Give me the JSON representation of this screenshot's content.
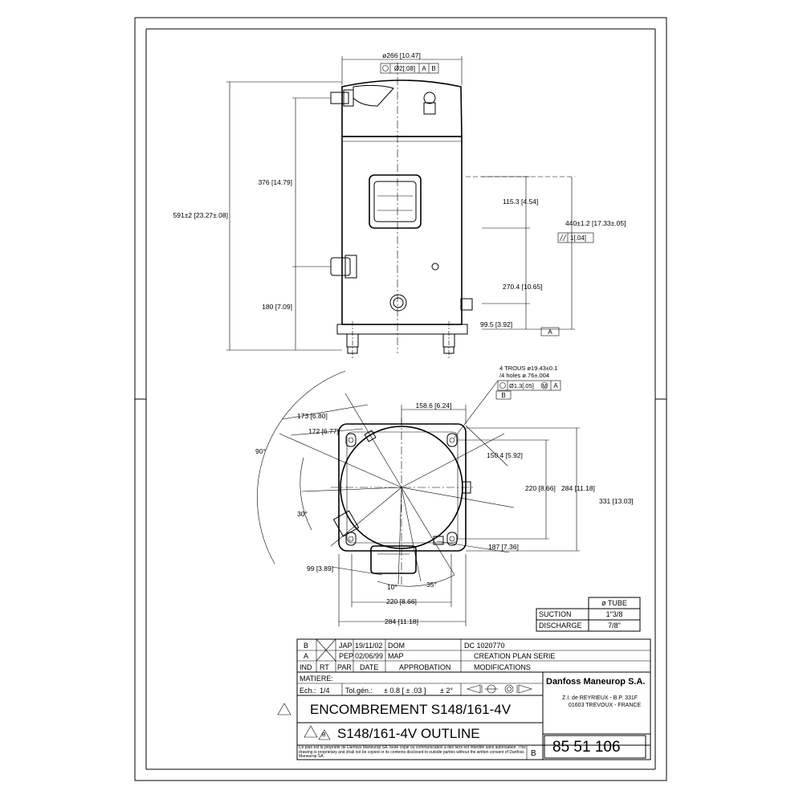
{
  "dimensions": {
    "top_diameter": "ø266 [10.47]",
    "top_tolerance": "Ø2[.08]",
    "top_datum_a": "A",
    "top_datum_b": "B",
    "height_total": "591±2 [23.27±.08]",
    "height_376": "376 [14.79]",
    "height_180": "180 [7.09]",
    "height_115": "115.3 [4.54]",
    "height_270": "270.4 [10.65]",
    "height_99": "99.5 [3.92]",
    "height_440": "440±1.2 [17.33±.05]",
    "parallel_tol": "1[.04]",
    "datum_a": "A",
    "holes_fr": "4 TROUS ø19.43±0.1",
    "holes_en": "/4 holes ø.76±.004",
    "holes_tol": "Ø1.3[.05]",
    "holes_tol_m": "M",
    "holes_datum": "A",
    "datum_b": "B",
    "dim_158": "158.6 [6.24]",
    "dim_173": "173 [6.80]",
    "dim_172": "172 [6.77]",
    "angle_90": "90°",
    "angle_30": "30°",
    "dim_150": "150.4 [5.92]",
    "dim_220v": "220 [8.66]",
    "dim_284v": "284 [11.18]",
    "dim_331": "331 [13.03]",
    "dim_187": "187 [7.36]",
    "dim_99": "99 [3.89]",
    "angle_10": "10°",
    "angle_35": "35°",
    "dim_220h": "220 [8.66]",
    "dim_284h": "284 [11.18]"
  },
  "tube_table": {
    "header": "ø TUBE",
    "rows": [
      {
        "label": "SUCTION",
        "value": "1\"3/8"
      },
      {
        "label": "DISCHARGE",
        "value": "7/8\""
      }
    ]
  },
  "revisions": [
    {
      "ind": "B",
      "rt": "",
      "par": "JAP",
      "date": "19/11/02",
      "approbation": "DOM",
      "modification": "DC 1020770"
    },
    {
      "ind": "A",
      "rt": "",
      "par": "PEP",
      "date": "02/06/99",
      "approbation": "MAP",
      "modification": "CREATION PLAN SERIE"
    }
  ],
  "revision_headers": {
    "ind": "IND",
    "rt": "RT",
    "par": "PAR",
    "date": "DATE",
    "approbation": "APPROBATION",
    "modifications": "MODIFICATIONS"
  },
  "title_block": {
    "matiere_label": "MATIERE:",
    "scale_label": "Ech.:",
    "scale_value": "1/4",
    "tol_label": "Tol.gén.:",
    "tol_value": "± 0.8 [ ± .03 ]",
    "tol_angle": "± 2°",
    "company": "Danfoss Maneurop S.A.",
    "address1": "Z.I. de REYRIEUX - B.P. 331F",
    "address2": "01603 TREVOUX - FRANCE",
    "title_fr": "ENCOMBREMENT S148/161-4V",
    "title_en": "S148/161-4V OUTLINE",
    "rev_marker": "B",
    "rev_letter": "B",
    "drawing_number": "85 51 106",
    "confidential_fr": "Ce plan est la propriété de Danfoss Maneurop SA, toute copie ou communication a des tiers est interdite sans autorisation.",
    "confidential_en": "This drawing is proprietary and shall not be copied or its contents disclosed to outside parties without the written consent of Danfoss Maneurop SA."
  }
}
